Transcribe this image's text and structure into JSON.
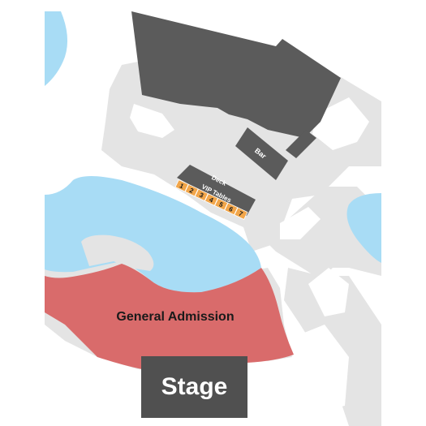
{
  "venue_map": {
    "stage_label": "Stage",
    "general_admission_label": "General Admission",
    "deck_label": "Deck",
    "vip_tables_label": "VIP Tables",
    "bar_label": "Bar",
    "vip_tables": [
      "1",
      "2",
      "3",
      "4",
      "5",
      "6",
      "7"
    ]
  },
  "colors": {
    "water": "#a8dcf5",
    "ground": "#e4e4e4",
    "building": "#5b5b5b",
    "general_admission": "#d96b6b",
    "vip_table": "#f2a64a",
    "stage": "#505050"
  }
}
